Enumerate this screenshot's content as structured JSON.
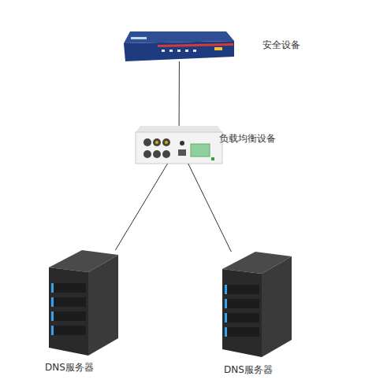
{
  "diagram": {
    "nodes": [
      {
        "text": [
          "安全设备"
        ]
      },
      {
        "text": [
          "负载均衡设备"
        ]
      },
      {
        "text": [
          "DNS服务器"
        ]
      },
      {
        "text": [
          "DNS服务器"
        ]
      }
    ],
    "edges": [
      {
        "from": 0,
        "to": 1,
        "arrow": "none"
      },
      {
        "from": 1,
        "to": 2,
        "arrow": "none"
      },
      {
        "from": 1,
        "to": 3,
        "arrow": "none"
      }
    ]
  }
}
